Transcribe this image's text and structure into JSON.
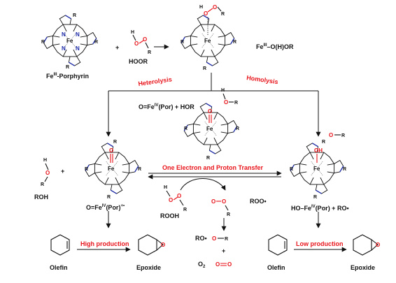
{
  "labels": {
    "fe3_porphyrin": "Fe",
    "fe3_porphyrin_sup": "III",
    "fe3_porphyrin_suffix": "-Porphyrin",
    "hoor": "HOOR",
    "fe3_ooh_prefix": "Fe",
    "fe3_ooh_sup": "III",
    "fe3_ooh_suffix": "–O(H)OR",
    "heterolysis": "Heterolysis",
    "homolysis": "Homolysis",
    "feiv_hor_prefix": "O=Fe",
    "feiv_hor_sup": "IV",
    "feiv_hor_suffix": "(Por) + HOR",
    "roh": "ROH",
    "compound1_prefix": "O=Fe",
    "compound1_sup": "IV",
    "compound1_suffix": "(Por)",
    "compound1_sup2": "+•",
    "plus": "+",
    "one_electron": "One Electron and Proton Transfer",
    "rooh": "ROOH",
    "roo_radical": "ROO•",
    "ho_feiv_prefix": "HO–Fe",
    "ho_feiv_sup": "IV",
    "ho_feiv_suffix": "(Por) + RO•",
    "high_production": "High production",
    "low_production": "Low production",
    "olefin_left": "Olefin",
    "epoxide_left": "Epoxide",
    "olefin_right": "Olefin",
    "epoxide_right": "Epoxide",
    "ro_radical": "RO•",
    "plus_mid": "+",
    "o2_prefix": "O",
    "o2_sub": "2",
    "atom_R": "R",
    "atom_N": "N",
    "atom_Fe": "Fe",
    "atom_O": "O",
    "atom_H": "H",
    "atom_OH": "OH"
  },
  "colors": {
    "accent_red": "#e8141b",
    "pyrrole_blue": "#1d2ba8",
    "ink": "#111111"
  }
}
